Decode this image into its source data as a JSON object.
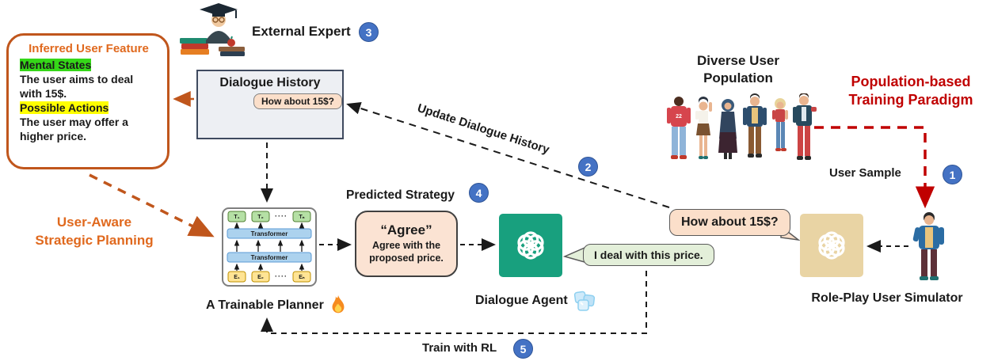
{
  "feature_box": {
    "title": "Inferred User Feature",
    "mental_label": "Mental States",
    "mental_text_1": "The user aims to deal",
    "mental_text_2": "with 15$.",
    "actions_label": "Possible Actions",
    "actions_text_1": "The user may offer a",
    "actions_text_2": "higher price."
  },
  "expert": {
    "label": "External Expert",
    "badge": "3"
  },
  "dialogue_history": {
    "title": "Dialogue History",
    "bubble": "How about 15$?"
  },
  "update_flow": {
    "label": "Update Dialogue History",
    "badge": "2"
  },
  "population": {
    "title_line1": "Diverse User",
    "title_line2": "Population",
    "paradigm_line1": "Population-based",
    "paradigm_line2": "Training Paradigm",
    "user_sample_label": "User Sample",
    "badge": "1"
  },
  "planning_label": {
    "line1": "User-Aware",
    "line2": "Strategic Planning"
  },
  "planner": {
    "label": "A Trainable Planner",
    "transformer1": "Transformer",
    "transformer2": "Transformer",
    "t1": "T₁",
    "t2": "T₂",
    "tn": "Tₙ",
    "e1": "E₁",
    "e2": "E₂",
    "en": "Eₙ",
    "dots_top": "····",
    "dots_bottom": "····"
  },
  "strategy": {
    "label": "Predicted Strategy",
    "badge": "4",
    "name": "“Agree”",
    "desc": "Agree with the proposed price."
  },
  "agent": {
    "label": "Dialogue Agent",
    "bubble": "I deal with this price."
  },
  "simulator": {
    "label": "Role-Play User Simulator",
    "bubble": "How about 15$?"
  },
  "training": {
    "label": "Train with RL",
    "badge": "5"
  },
  "icons": {
    "expert": "scholar-with-books",
    "planner": "flame",
    "agent": "ice-cubes",
    "population": "people-group",
    "simulator_user": "standing-person",
    "agent_logo": "openai-knot",
    "simulator_logo": "openai-knot"
  },
  "colors": {
    "orange_accent": "#c0561c",
    "red_accent": "#c00000",
    "badge_blue": "#4472c4",
    "agent_green": "#18a07e",
    "simulator_beige": "#e9d4a4",
    "bubble_peach": "#fbdfca",
    "bubble_green": "#e3efd9",
    "highlight_green": "#35d718",
    "highlight_yellow": "#ffff00"
  }
}
